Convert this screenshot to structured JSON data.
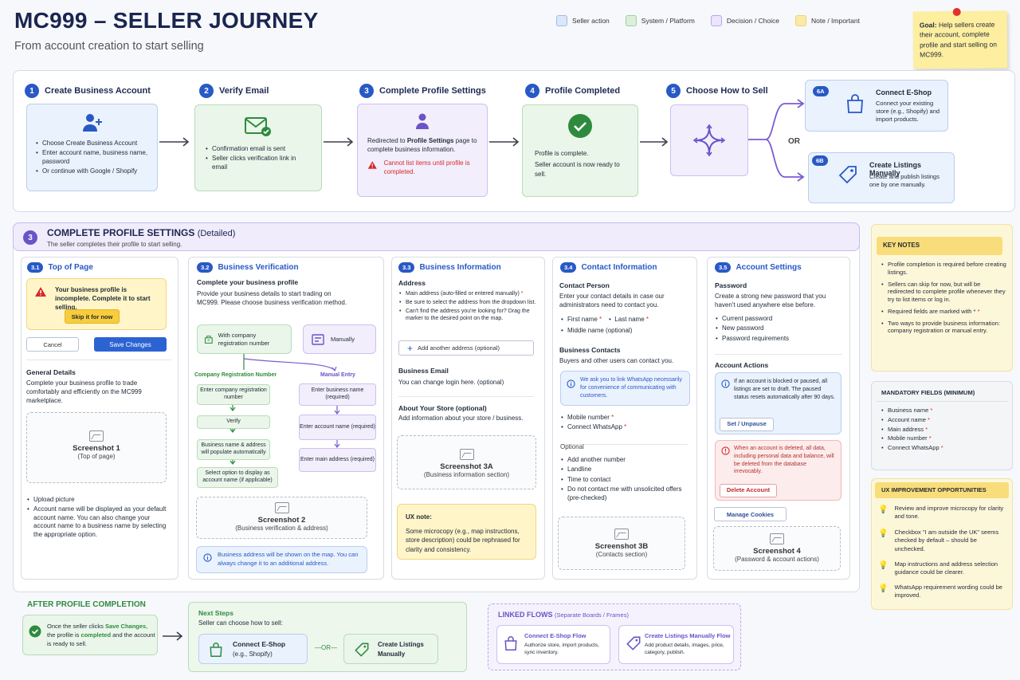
{
  "header": {
    "title": "MC999 – SELLER JOURNEY",
    "subtitle": "From account creation to start selling"
  },
  "legend": [
    {
      "label": "Seller action",
      "color": "#dbe8fb"
    },
    {
      "label": "System / Platform",
      "color": "#dcefdc"
    },
    {
      "label": "Decision / Choice",
      "color": "#ece5fb"
    },
    {
      "label": "Note / Important",
      "color": "#fbe9a6"
    }
  ],
  "goal": {
    "label": "Goal:",
    "text": "Help sellers create their account, complete profile and start selling on MC999."
  },
  "steps": [
    {
      "num": "1",
      "title": "Create Business Account",
      "items": [
        "Choose Create Business Account",
        "Enter account name, business name, password",
        "Or continue with Google / Shopify"
      ]
    },
    {
      "num": "2",
      "title": "Verify Email",
      "items": [
        "Confirmation email is sent",
        "Seller clicks verification link in email"
      ]
    },
    {
      "num": "3",
      "title": "Complete Profile Settings",
      "text_pre": "Redirected to ",
      "text_bold": "Profile Settings",
      "text_post": " page to complete business information.",
      "warning": "Cannot list items until profile is completed."
    },
    {
      "num": "4",
      "title": "Profile Completed",
      "text": "Profile is complete.",
      "text2": "Seller account is now ready to sell."
    },
    {
      "num": "5",
      "title": "Choose How to Sell"
    }
  ],
  "options": {
    "or": "OR",
    "a": {
      "tag": "6A",
      "title": "Connect E-Shop",
      "text": "Connect your existing store (e.g., Shopify) and import products."
    },
    "b": {
      "tag": "6B",
      "title": "Create Listings Manually",
      "text": "Create and publish listings one by one manually."
    }
  },
  "detail": {
    "num": "3",
    "title": "COMPLETE PROFILE SETTINGS",
    "title_suffix": "(Detailed)",
    "subtitle": "The seller completes their profile to start selling."
  },
  "top": {
    "tag": "3.1",
    "title": "Top of Page",
    "warning": "Your business profile is incomplete. Complete it to start selling.",
    "skip": "Skip it for now",
    "cancel": "Cancel",
    "save": "Save Changes",
    "general_title": "General Details",
    "general_text": "Complete your business profile to trade comfortably and efficiently on the MC999 marketplace.",
    "shot_title": "Screenshot 1",
    "shot_sub": "(Top of page)",
    "items": [
      "Upload picture",
      "Account name will be displayed as your default account name. You can also change your account name to a business name by selecting the appropriate option."
    ]
  },
  "verification": {
    "tag": "3.2",
    "title": "Business Verification",
    "heading": "Complete your business profile",
    "text": "Provide your business details to start trading on MC999. Please choose business verification method.",
    "opt_a": "With company registration number",
    "opt_b": "Manually",
    "branch_a": "Company Registration Number",
    "branch_b": "Manual Entry",
    "flow_a": [
      "Enter company registration number",
      "Verify",
      "Business name & address will populate automatically",
      "Select option to display as account name (if applicable)"
    ],
    "flow_b": [
      "Enter business name (required)",
      "Enter account name (required)",
      "Enter main address (required)"
    ],
    "shot_title": "Screenshot 2",
    "shot_sub": "(Business verification & address)",
    "info": "Business address will be shown on the map. You can always change it to an additional address."
  },
  "business": {
    "tag": "3.3",
    "title": "Business Information",
    "address_title": "Address",
    "address_items": [
      "Main address (auto-filled or entered manually)",
      "Be sure to select the address from the dropdown list.",
      "Can't find the address you're looking for? Drag the marker to the desired point on the map."
    ],
    "add_address": "Add another address (optional)",
    "email_title": "Business Email",
    "email_text": "You can change login here. (optional)",
    "store_title": "About Your Store (optional)",
    "store_text": "Add information about your store / business.",
    "shot_title": "Screenshot 3A",
    "shot_sub": "(Business information section)",
    "ux_title": "UX note:",
    "ux_text": "Some microcopy (e.g., map instructions, store description) could be rephrased for clarity and consistency."
  },
  "contact": {
    "tag": "3.4",
    "title": "Contact Information",
    "person_title": "Contact Person",
    "person_text": "Enter your contact details in case our administrators need to contact you.",
    "first": "First name",
    "last": "Last name",
    "middle": "Middle name (optional)",
    "contacts_title": "Business Contacts",
    "contacts_text": "Buyers and other users can contact you.",
    "whatsapp_info": "We ask you to link WhatsApp necessarily for convenience of communicating with customers.",
    "mobile": "Mobile number",
    "whatsapp": "Connect WhatsApp",
    "optional_title": "Optional",
    "optional_items": [
      "Add another number",
      "Landline",
      "Time to contact",
      "Do not contact me with unsolicited offers (pre-checked)"
    ],
    "shot_title": "Screenshot 3B",
    "shot_sub": "(Contacts section)"
  },
  "account": {
    "tag": "3.5",
    "title": "Account Settings",
    "pw_title": "Password",
    "pw_text": "Create a strong new password that you haven't used anywhere else before.",
    "pw_items": [
      "Current password",
      "New password",
      "Password requirements"
    ],
    "actions_title": "Account Actions",
    "pause_text": "If an account is blocked or paused, all listings are set to draft. The paused status resets automatically after 90 days.",
    "pause_btn": "Set / Unpause",
    "delete_text": "When an account is deleted, all data, including personal data and balance, will be deleted from the database irrevocably.",
    "delete_btn": "Delete Account",
    "cookies": "Manage Cookies",
    "shot_title": "Screenshot 4",
    "shot_sub": "(Password & account actions)"
  },
  "key_notes": {
    "title": "KEY NOTES",
    "items": [
      "Profile completion is required before creating listings.",
      "Sellers can skip for now, but will be redirected to complete profile whenever they try to list items or log in.",
      "Required fields are marked with *",
      "Two ways to provide business information: company registration or manual entry."
    ]
  },
  "mandatory": {
    "title": "MANDATORY FIELDS (MINIMUM)",
    "items": [
      "Business name",
      "Account name",
      "Main address",
      "Mobile number",
      "Connect WhatsApp"
    ]
  },
  "ux": {
    "title": "UX IMPROVEMENT OPPORTUNITIES",
    "items": [
      "Review and improve microcopy for clarity and tone.",
      "Checkbox \"I am outside the UK\" seems checked by default – should be unchecked.",
      "Map instructions and address selection guidance could be clearer.",
      "WhatsApp requirement wording could be improved."
    ]
  },
  "after": {
    "title": "AFTER PROFILE COMPLETION",
    "text_pre": "Once the seller clicks ",
    "text_bold": "Save Changes",
    "text_mid": ", the profile is ",
    "text_bold2": "completed",
    "text_post": " and the account is ready to sell."
  },
  "next": {
    "title": "Next Steps",
    "text": "Seller can choose how to sell:",
    "a_title": "Connect E-Shop",
    "a_sub": "(e.g., Shopify)",
    "or": "—OR—",
    "b_title": "Create Listings Manually"
  },
  "linked": {
    "title": "LINKED FLOWS",
    "title_suffix": "(Separate Boards / Frames)",
    "a_title": "Connect E-Shop Flow",
    "a_text": "Authorize store, import products, sync inventory.",
    "b_title": "Create Listings Manually Flow",
    "b_text": "Add product details, images, price, category, publish."
  }
}
